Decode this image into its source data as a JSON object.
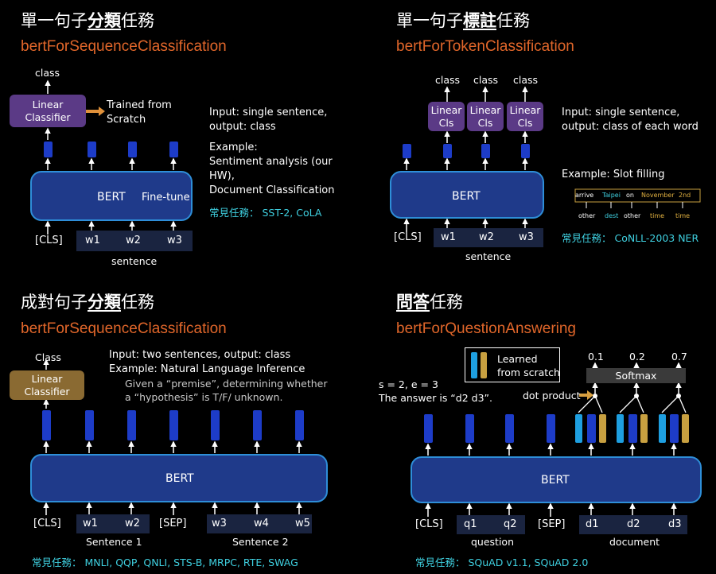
{
  "q1": {
    "title_a": "單一句子",
    "title_b": "分類",
    "title_c": "任務",
    "subtitle": "bertForSequenceClassification",
    "class_label": "class",
    "linear_label": "Linear\nClassifier",
    "trained_label": "Trained from\nScratch",
    "bert_label": "BERT",
    "finetune_label": "Fine-tune",
    "desc": "Input: single sentence,\noutput: class",
    "example": "Example:\nSentiment analysis (our\nHW),\nDocument Classification",
    "common": "常見任務：  SST-2, CoLA",
    "tokens": [
      "[CLS]",
      "w1",
      "w2",
      "w3"
    ],
    "sentence_label": "sentence"
  },
  "q2": {
    "title_a": "單一句子",
    "title_b": "標註",
    "title_c": "任務",
    "subtitle": "bertForTokenClassification",
    "class_labels": [
      "class",
      "class",
      "class"
    ],
    "linear_label": "Linear\nCls",
    "bert_label": "BERT",
    "desc": "Input: single sentence,\noutput: class of each word",
    "example": "Example: Slot filling",
    "slot_words": [
      "arrive",
      "Taipei",
      "on",
      "November",
      "2nd"
    ],
    "slot_tags": [
      "other",
      "dest",
      "other",
      "time",
      "time"
    ],
    "common": "常見任務：  CoNLL-2003 NER",
    "tokens": [
      "[CLS]",
      "w1",
      "w2",
      "w3"
    ],
    "sentence_label": "sentence"
  },
  "q3": {
    "title_a": "成對句子",
    "title_b": "分類",
    "title_c": "任務",
    "subtitle": "bertForSequenceClassification",
    "class_label": "Class",
    "linear_label": "Linear\nClassifier",
    "desc": "Input: two sentences, output: class\nExample: Natural Language Inference",
    "desc2": "Given a “premise”, determining whether\na “hypothesis” is T/F/ unknown.",
    "bert_label": "BERT",
    "tokens": [
      "[CLS]",
      "w1",
      "w2",
      "[SEP]",
      "w3",
      "w4",
      "w5"
    ],
    "sentence1": "Sentence 1",
    "sentence2": "Sentence 2",
    "common": "常見任務：  MNLI, QQP, QNLI, STS-B, MRPC, RTE, SWAG"
  },
  "q4": {
    "title_a": "問答",
    "title_c": "任務",
    "subtitle": "bertForQuestionAnswering",
    "learned_label": "Learned\nfrom scratch",
    "se_label": "s = 2, e = 3",
    "answer_label": "The answer is “d2 d3”.",
    "dot_label": "dot product",
    "probs": [
      "0.1",
      "0.2",
      "0.7"
    ],
    "softmax_label": "Softmax",
    "bert_label": "BERT",
    "tokens": [
      "[CLS]",
      "q1",
      "q2",
      "[SEP]",
      "d1",
      "d2",
      "d3"
    ],
    "question_label": "question",
    "document_label": "document",
    "common": "常見任務：  SQuAD v1.1,  SQuAD 2.0"
  },
  "colors": {
    "bert_fill": "#1f3a8a",
    "bert_border": "#2e8ed8",
    "accent_orange": "#e0662a",
    "linear_purple": "#5b3a86",
    "linear_olive": "#8a6a32",
    "cyan_text": "#3fd0e0"
  }
}
